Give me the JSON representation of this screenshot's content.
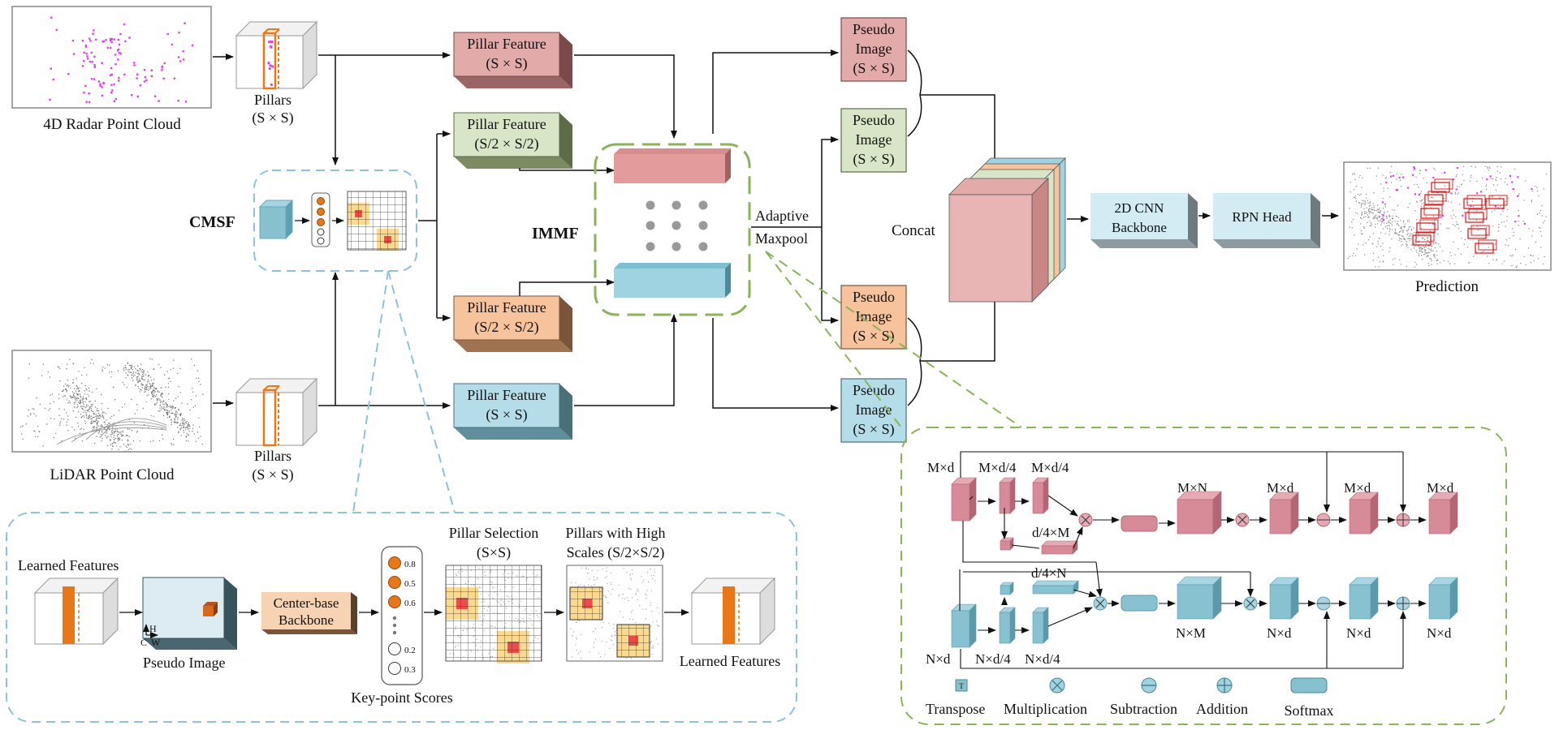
{
  "inputs": {
    "radar_caption": "4D Radar Point Cloud",
    "lidar_caption": "LiDAR Point Cloud",
    "pillars_label": "Pillars",
    "pillars_size": "(S × S)"
  },
  "cmsf": {
    "label": "CMSF"
  },
  "imff": {
    "label": "IMMF"
  },
  "pillar_features": {
    "top": {
      "title": "Pillar Feature",
      "size": "(S × S)"
    },
    "upper": {
      "title": "Pillar Feature",
      "size": "(S/2 × S/2)"
    },
    "lower": {
      "title": "Pillar Feature",
      "size": "(S/2 × S/2)"
    },
    "bottom": {
      "title": "Pillar Feature",
      "size": "(S × S)"
    }
  },
  "pooling": {
    "line1": "Adaptive",
    "line2": "Maxpool"
  },
  "pseudo_images": [
    {
      "line1": "Pseudo",
      "line2": "Image",
      "line3": "(S × S)"
    },
    {
      "line1": "Pseudo",
      "line2": "Image",
      "line3": "(S × S)"
    },
    {
      "line1": "Pseudo",
      "line2": "Image",
      "line3": "(S × S)"
    },
    {
      "line1": "Pseudo",
      "line2": "Image",
      "line3": "(S × S)"
    }
  ],
  "concat": {
    "label": "Concat"
  },
  "backbone2d": {
    "line1": "2D CNN",
    "line2": "Backbone"
  },
  "rpn": {
    "label": "RPN Head"
  },
  "prediction": {
    "label": "Prediction"
  },
  "cmsf_detail": {
    "learned_features": "Learned Features",
    "pseudo_image": "Pseudo Image",
    "h_axis": "H",
    "c_axis": "C",
    "w_axis": "W",
    "backbone_line1": "Center-base",
    "backbone_line2": "Backbone",
    "scores": [
      "0.8",
      "0.5",
      "0.6",
      "0.2",
      "0.3"
    ],
    "keypoint_label": "Key-point Scores",
    "selection_line1": "Pillar Selection",
    "selection_line2": "(S×S)",
    "high_line1": "Pillars with High",
    "high_line2": "Scales (S/2×S/2)",
    "learned_features_out": "Learned Features"
  },
  "immf_detail": {
    "m_d": "M×d",
    "m_d4_a": "M×d/4",
    "m_d4_b": "M×d/4",
    "d4_m": "d/4×M",
    "m_n": "M×N",
    "m_d_1": "M×d",
    "m_d_2": "M×d",
    "m_d_3": "M×d",
    "d4_n": "d/4×N",
    "n_d": "N×d",
    "n_d4_a": "N×d/4",
    "n_d4_b": "N×d/4",
    "n_m": "N×M",
    "n_d_1": "N×d",
    "n_d_2": "N×d",
    "n_d_3": "N×d",
    "transpose_glyph": "T",
    "legend": {
      "transpose": "Transpose",
      "multiplication": "Multiplication",
      "subtraction": "Subtraction",
      "addition": "Addition",
      "softmax": "Softmax"
    }
  },
  "colors": {
    "red_front": "#e3aaaa",
    "red_top": "#c98686",
    "red_side": "#9a6565",
    "green_front": "#d8e6c7",
    "green_top": "#b9cc9f",
    "green_side": "#7b8c63",
    "orange_front": "#f7c39c",
    "orange_top": "#d79d72",
    "orange_side": "#a07453",
    "blue_front": "#b5dde9",
    "blue_top": "#8cc6d6",
    "blue_side": "#5f8f9c",
    "pink_cube": "#d98a97",
    "teal_cube": "#87c0cf",
    "radar_points": "#e040e8",
    "prediction_boxes": "#e02020",
    "cmsf_border": "#8ec1dc",
    "imff_border": "#8ab35a",
    "pillar_orange": "#e97718",
    "cell_yellow": "#fbd98f",
    "cell_red": "#ef4b4b"
  }
}
